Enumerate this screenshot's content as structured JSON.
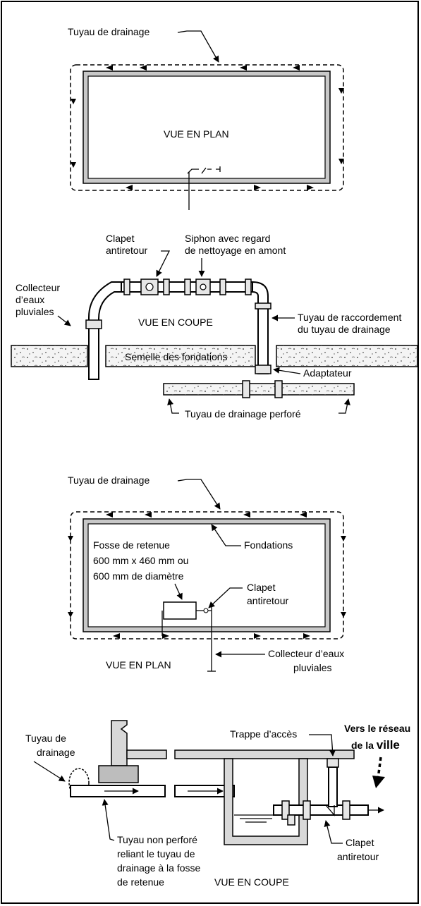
{
  "diagram1": {
    "drain_label": "Tuyau de drainage",
    "view_label": "VUE EN PLAN"
  },
  "diagram2": {
    "check_valve": [
      "Clapet",
      "antiretour"
    ],
    "trap": [
      "Siphon avec regard",
      "de nettoyage en amont"
    ],
    "storm_collector": [
      "Collecteur",
      "d’eaux",
      "pluviales"
    ],
    "view_label": "VUE EN COUPE",
    "connection_pipe": [
      "Tuyau de raccordement",
      "du tuyau de drainage"
    ],
    "footing": "Semelle des fondations",
    "adapter": "Adaptateur",
    "perforated": "Tuyau de drainage perforé"
  },
  "diagram3": {
    "drain_label": "Tuyau de drainage",
    "foundations": "Fondations",
    "pit": [
      "Fosse de retenue",
      "600 mm x 460 mm ou",
      "600 mm de diamètre"
    ],
    "check_valve": [
      "Clapet",
      "antiretour"
    ],
    "view_label": "VUE EN PLAN",
    "storm_collector": [
      "Collecteur d’eaux",
      "pluviales"
    ]
  },
  "diagram4": {
    "drain_label": [
      "Tuyau de",
      "drainage"
    ],
    "access": "Trappe d’accès",
    "city": [
      "Vers le réseau",
      "de la ",
      "ville"
    ],
    "check_valve": [
      "Clapet",
      "antiretour"
    ],
    "nonperf": [
      "Tuyau non perforé",
      "reliant le tuyau de",
      "drainage à la fosse",
      "de retenue"
    ],
    "view_label": "VUE EN COUPE"
  }
}
